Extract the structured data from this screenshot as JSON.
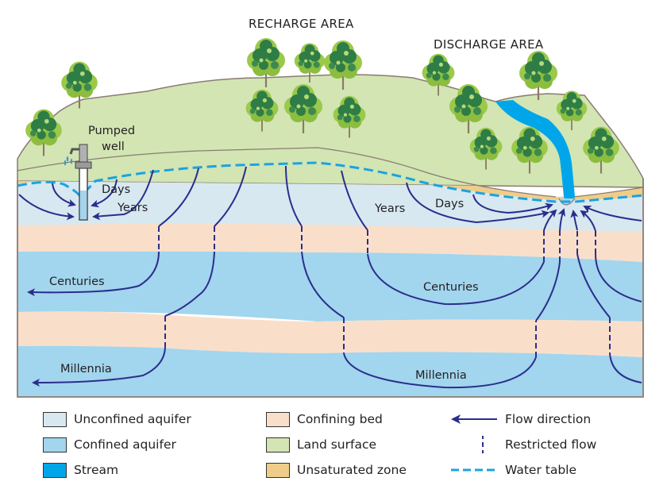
{
  "titles": {
    "recharge": "RECHARGE AREA",
    "discharge": "DISCHARGE AREA"
  },
  "labels": {
    "pumped_well": [
      "Pumped",
      "well"
    ],
    "well_days": "Days",
    "well_years": "Years",
    "stream_years": "Years",
    "stream_days": "Days",
    "left_centuries": "Centuries",
    "right_centuries": "Centuries",
    "left_millennia": "Millennia",
    "right_millennia": "Millennia"
  },
  "colors": {
    "unconfined_aquifer": "#d7e8f1",
    "confined_aquifer": "#a2d5ee",
    "stream": "#00a6e9",
    "confining_bed": "#f9dfca",
    "land_surface": "#d2e5b3",
    "unsaturated_zone": "#efcd89",
    "flow_line": "#2b2d8c",
    "water_table": "#1ba3e0",
    "outline": "#8a7b72"
  },
  "legend": {
    "items": [
      {
        "id": "unconfined-aquifer",
        "label": "Unconfined aquifer",
        "kind": "swatch",
        "color": "#d7e8f1"
      },
      {
        "id": "confined-aquifer",
        "label": "Confined aquifer",
        "kind": "swatch",
        "color": "#a2d5ee"
      },
      {
        "id": "stream",
        "label": "Stream",
        "kind": "swatch",
        "color": "#00a6e9"
      },
      {
        "id": "confining-bed",
        "label": "Confining bed",
        "kind": "swatch",
        "color": "#f9dfca"
      },
      {
        "id": "land-surface",
        "label": "Land surface",
        "kind": "swatch",
        "color": "#d2e5b3"
      },
      {
        "id": "unsaturated-zone",
        "label": "Unsaturated zone",
        "kind": "swatch",
        "color": "#efcd89"
      },
      {
        "id": "flow-direction",
        "label": "Flow direction",
        "kind": "arrow"
      },
      {
        "id": "restricted-flow",
        "label": "Restricted flow",
        "kind": "dashed-vertical"
      },
      {
        "id": "water-table",
        "label": "Water table",
        "kind": "dashed-horizontal"
      }
    ]
  }
}
